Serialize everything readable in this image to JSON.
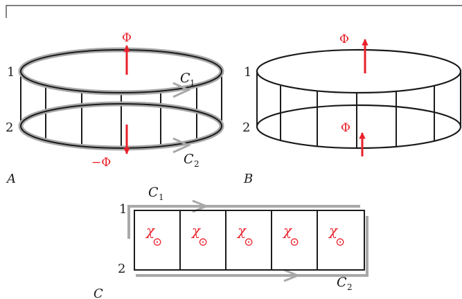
{
  "figure": {
    "panel_a": {
      "label": "A",
      "level_top": "1",
      "level_bottom": "2",
      "flux_top": "Φ",
      "flux_bottom": "−Φ",
      "loop_top": "C",
      "loop_top_sub": "1",
      "loop_bottom": "C",
      "loop_bottom_sub": "2"
    },
    "panel_b": {
      "label": "B",
      "level_top": "1",
      "level_bottom": "2",
      "flux_top": "Φ",
      "flux_bottom": "Φ"
    },
    "panel_c": {
      "label": "C",
      "level_top": "1",
      "level_bottom": "2",
      "loop_top": "C",
      "loop_top_sub": "1",
      "loop_bottom": "C",
      "loop_bottom_sub": "2",
      "cells": [
        {
          "symbol": "χ",
          "marker": "⊙"
        },
        {
          "symbol": "χ",
          "marker": "⊙"
        },
        {
          "symbol": "χ",
          "marker": "⊙"
        },
        {
          "symbol": "χ",
          "marker": "⊙"
        },
        {
          "symbol": "χ",
          "marker": "⊙"
        }
      ]
    }
  },
  "colors": {
    "flux_arrow": "#e8202a",
    "loop_path": "#a8a8a8",
    "outline": "#1a1a1a"
  }
}
